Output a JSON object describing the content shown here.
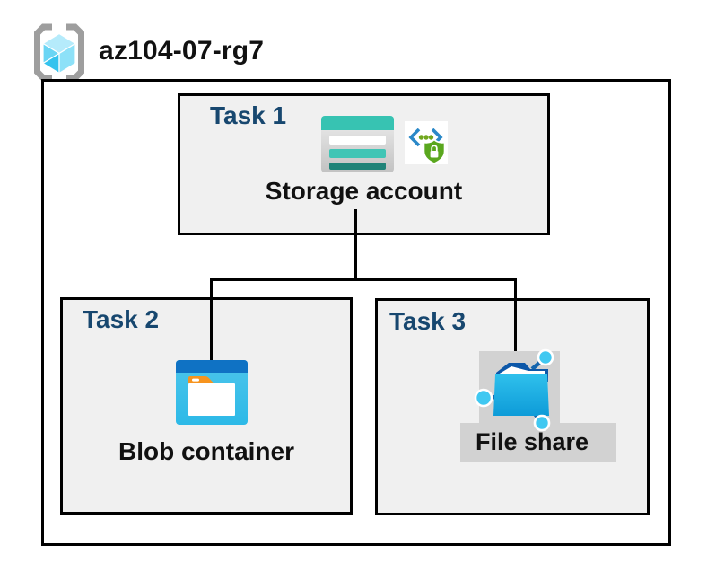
{
  "header": {
    "title": "az104-07-rg7",
    "icon": "resource-group-icon"
  },
  "tasks": [
    {
      "label": "Task 1",
      "resource": "Storage account",
      "icons": [
        "storage-account-icon",
        "shared-access-signature-icon"
      ]
    },
    {
      "label": "Task 2",
      "resource": "Blob container",
      "icons": [
        "blob-container-icon"
      ]
    },
    {
      "label": "Task 3",
      "resource": "File share",
      "icons": [
        "file-share-icon"
      ]
    }
  ],
  "connections": [
    {
      "from": "Storage account",
      "to": "Blob container"
    },
    {
      "from": "Storage account",
      "to": "File share"
    }
  ],
  "colors": {
    "task_label": "#17476f",
    "box_fill": "#f0f0f0",
    "border": "#000000",
    "highlight_gray": "#d2d2d2",
    "storage_teal": "#37c3b2",
    "storage_teal_dark": "#1f8378",
    "blob_header_blue": "#0f72c4",
    "blob_body_cyan": "#3bbfe9",
    "file_share_blue": "#0d9bd8",
    "rg_cube_cyan": "#5bd0f3",
    "rg_bracket_gray": "#9e9e9e",
    "sas_shield_green": "#5aa71e",
    "sas_chevron_blue": "#2a88c8",
    "folder_tab_orange": "#f7941e"
  }
}
